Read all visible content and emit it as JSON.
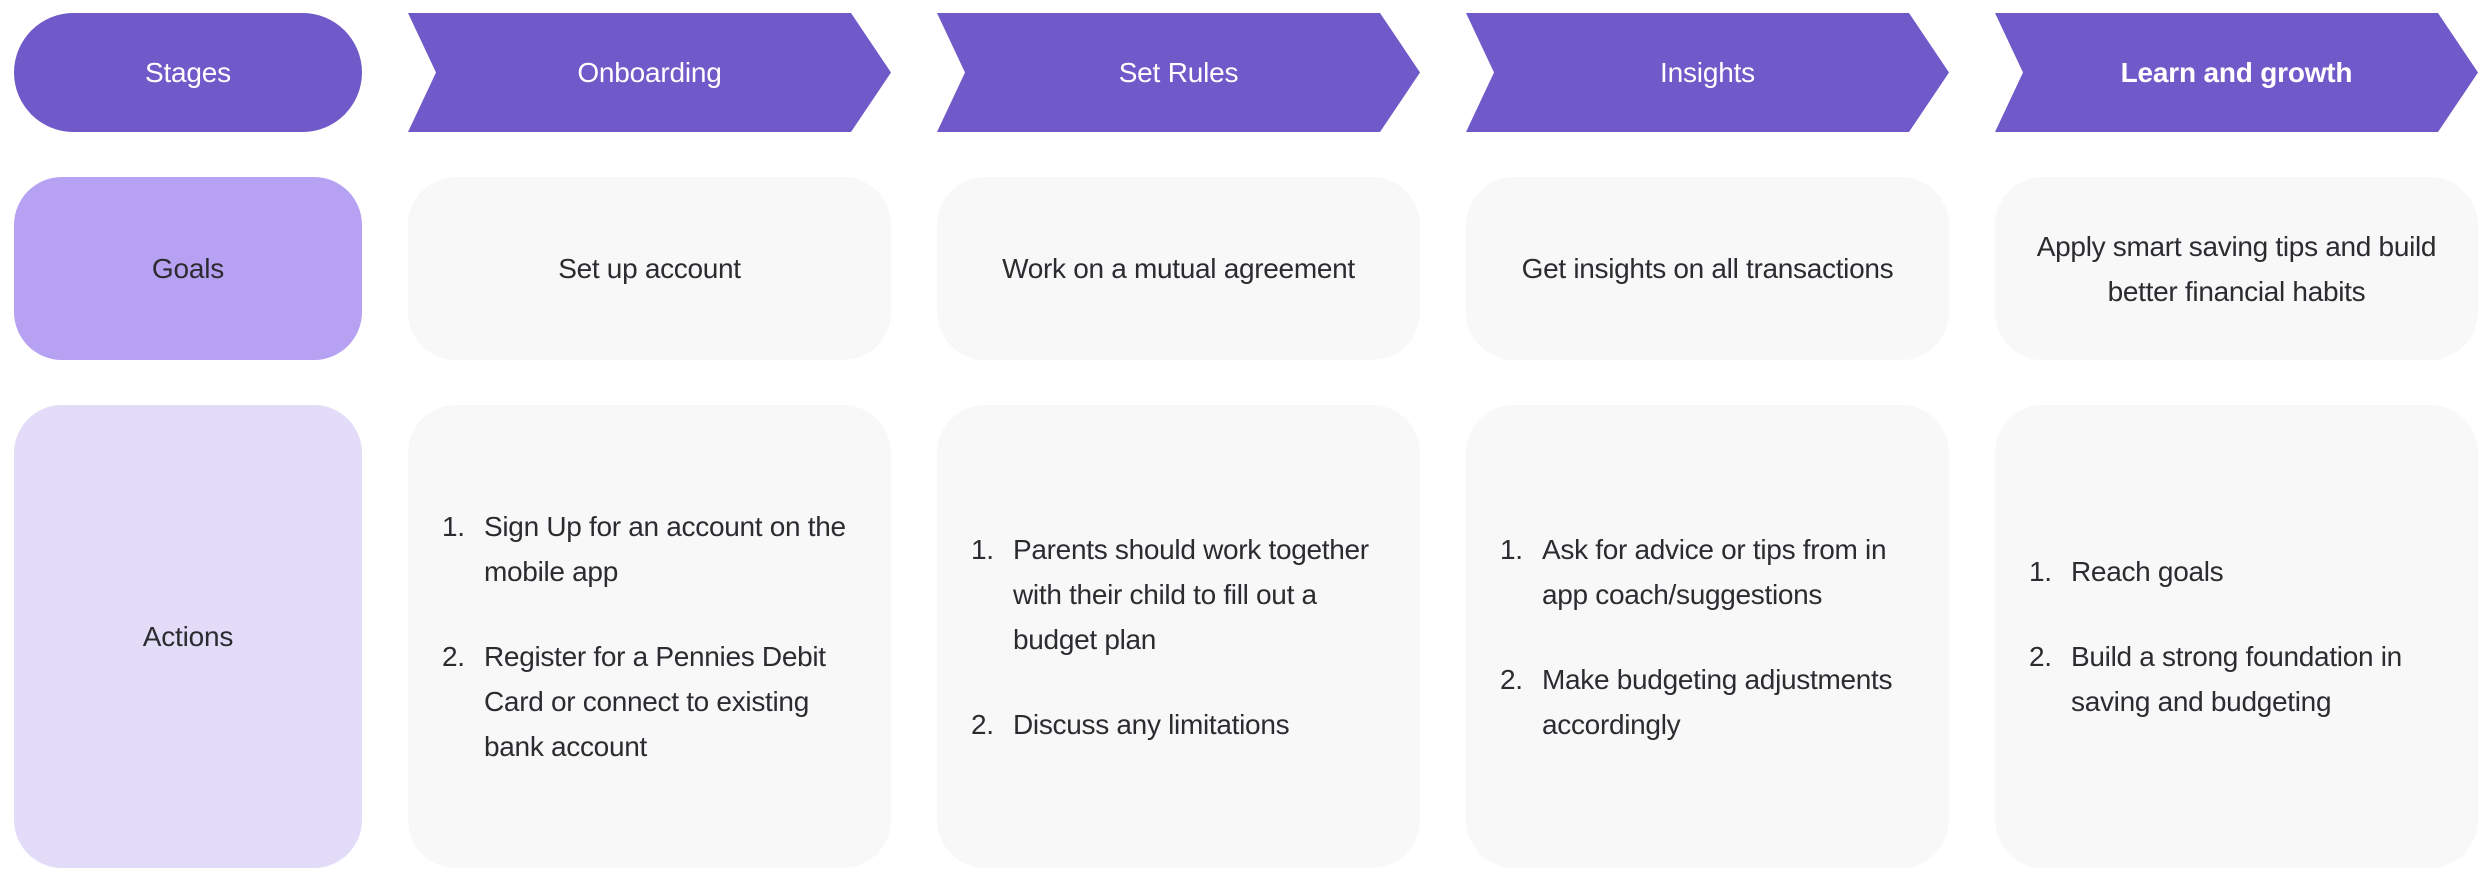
{
  "palette": {
    "stage_purple": "#7059C8",
    "goals_purple": "#B7A1F3",
    "actions_lavender": "#E3DCF9",
    "cell_bg": "#F8F8F9",
    "page_bg": "#FFFFFF",
    "text_dark": "#2B2B30",
    "text_light": "#FFFFFF"
  },
  "header": {
    "row_label": "Stages",
    "stages": [
      {
        "label": "Onboarding",
        "emphasis": false
      },
      {
        "label": "Set Rules",
        "emphasis": false
      },
      {
        "label": "Insights",
        "emphasis": false
      },
      {
        "label": "Learn and growth",
        "emphasis": true
      }
    ]
  },
  "goals": {
    "row_label": "Goals",
    "cells": [
      "Set up account",
      "Work on a mutual agreement",
      "Get insights on all transactions",
      "Apply smart saving tips and build better financial habits"
    ]
  },
  "actions": {
    "row_label": "Actions",
    "list_markers": [
      "1.",
      "2."
    ],
    "cells": [
      [
        "Sign Up for an account on the mobile app",
        "Register for a Pennies Debit Card or connect to existing bank account"
      ],
      [
        "Parents should work together with their child to fill out a budget plan",
        "Discuss any limitations"
      ],
      [
        "Ask for advice or tips from in app coach/suggestions",
        "Make budgeting adjustments accordingly"
      ],
      [
        "Reach goals",
        "Build a strong foundation in saving and budgeting"
      ]
    ]
  }
}
